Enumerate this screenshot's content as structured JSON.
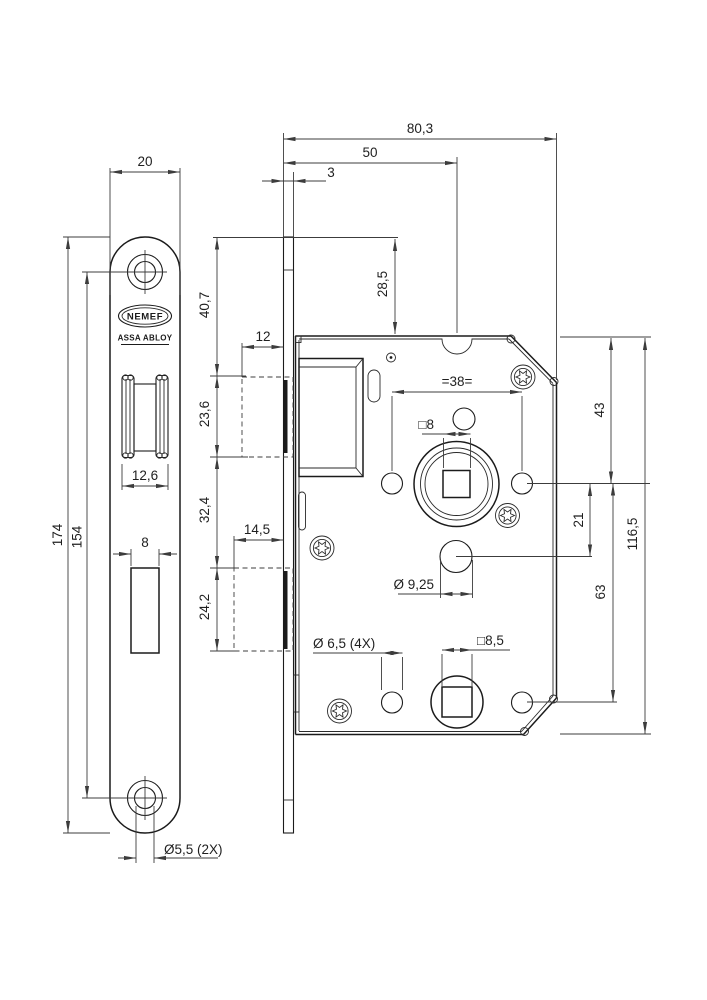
{
  "brand": {
    "logo": "NEMEF",
    "name": "ASSA ABLOY"
  },
  "front_view": {
    "plate_width": "20",
    "plate_height": "174",
    "screw_hole_distance": "154",
    "latch_width": "12,6",
    "deadbolt_width": "8",
    "screw_hole_diameter": "Ø5,5 (2X)"
  },
  "side_view": {
    "total_depth": "80,3",
    "backset": "50",
    "faceplate_thickness": "3",
    "plate_top_to_case": "28,5",
    "plate_top_to_latch": "40,7",
    "latch_depth": "12",
    "latch_height": "23,6",
    "latch_to_deadbolt": "32,4",
    "deadbolt_depth": "14,5",
    "deadbolt_height": "24,2",
    "fixing_hole_spacing": "=38=",
    "follower_square": "□8",
    "case_top_to_follower": "43",
    "follower_to_cylinder": "21",
    "case_height": "116,5",
    "follower_to_lower_follower": "63",
    "cylinder_hole_diameter": "Ø 9,25",
    "fixing_holes_diameter": "Ø 6,5 (4X)",
    "lower_follower_square": "□8,5"
  }
}
